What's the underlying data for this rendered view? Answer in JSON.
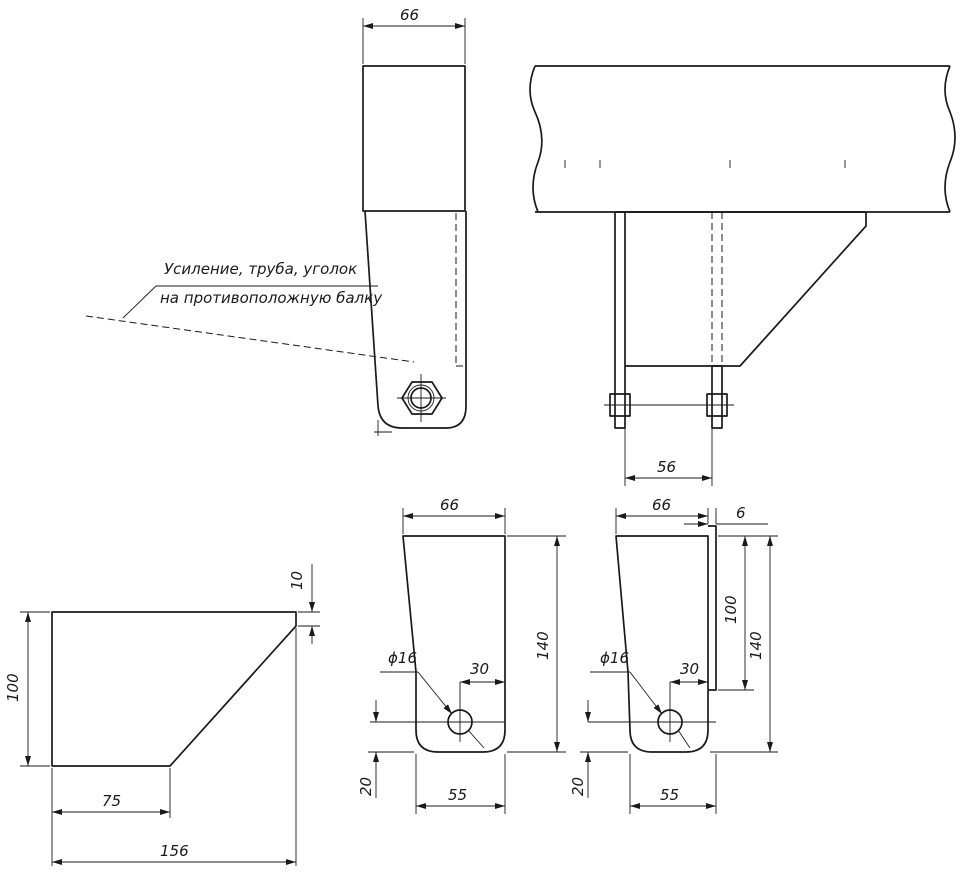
{
  "dimensions": {
    "top_bracket_width": "66",
    "top_spacing": "56",
    "bracket_a_width": "66",
    "bracket_a_height": "140",
    "bracket_a_hole": "ϕ16",
    "bracket_a_hole_offset": "30",
    "bracket_a_bottom": "20",
    "bracket_a_lower_width": "55",
    "bracket_b_width": "66",
    "bracket_b_plate": "6",
    "bracket_b_plate_height": "100",
    "bracket_b_height": "140",
    "bracket_b_hole": "ϕ16",
    "bracket_b_hole_offset": "30",
    "bracket_b_bottom": "20",
    "bracket_b_lower_width": "55",
    "plate_height": "100",
    "plate_chamfer_top": "10",
    "plate_bottom_edge": "75",
    "plate_total_width": "156"
  },
  "annotation": {
    "line1": "Усиление, труба, уголок",
    "line2": "на противоположную балку"
  }
}
